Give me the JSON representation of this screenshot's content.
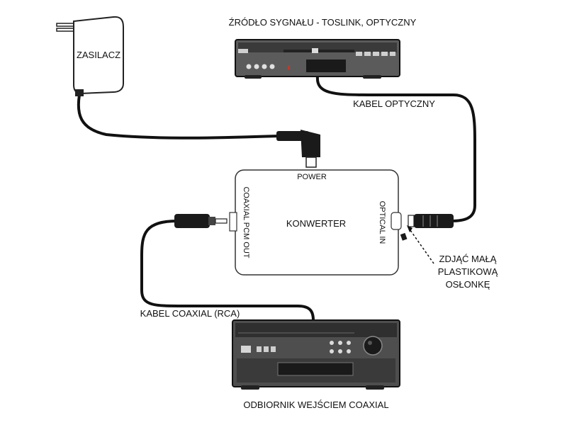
{
  "diagram": {
    "power_supply_label": "ZASILACZ",
    "source_label": "ŹRÓDŁO SYGNAŁU - TOSLINK, OPTYCZNY",
    "optical_cable_label": "KABEL OPTYCZNY",
    "power_port_label": "POWER",
    "coaxial_port_label": "COAXIAL PCM OUT",
    "converter_label": "KONWERTER",
    "optical_port_label": "OPTICAL IN",
    "cap_note_lines": [
      "ZDJĄĆ MAŁĄ",
      "PLASTIKOWĄ",
      "OSŁONKĘ"
    ],
    "coaxial_cable_label": "KABEL COAXIAL (RCA)",
    "receiver_label": "ODBIORNIK WEJŚCIEM COAXIAL"
  }
}
